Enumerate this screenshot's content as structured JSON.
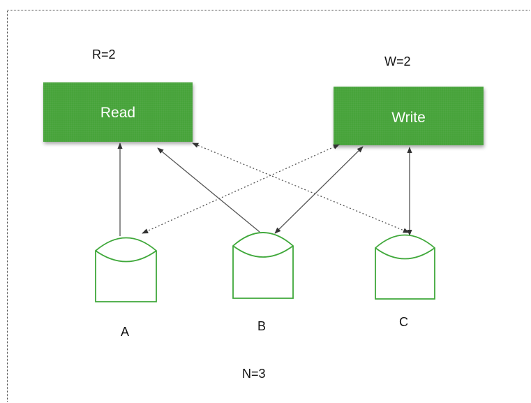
{
  "read_quorum": "R=2",
  "write_quorum": "W=2",
  "read_box": {
    "label": "Read"
  },
  "write_box": {
    "label": "Write"
  },
  "replicas": [
    "A",
    "B",
    "C"
  ],
  "replica_count": "N=3",
  "colors": {
    "box_fill": "#47a33a",
    "box_text": "#ffffff",
    "database_stroke": "#3fa83a",
    "arrow": "#555555"
  },
  "connections": [
    {
      "from": "A",
      "to": "Read",
      "style": "solid"
    },
    {
      "from": "B",
      "to": "Read",
      "style": "solid"
    },
    {
      "from": "C",
      "to": "Read",
      "style": "dotted"
    },
    {
      "from": "A",
      "to": "Write",
      "style": "dotted"
    },
    {
      "from": "B",
      "to": "Write",
      "style": "solid"
    },
    {
      "from": "C",
      "to": "Write",
      "style": "solid"
    }
  ]
}
